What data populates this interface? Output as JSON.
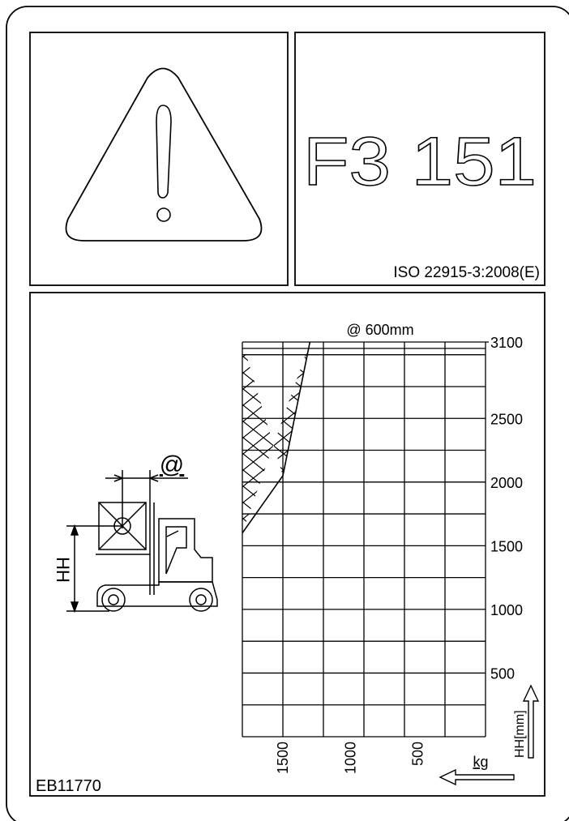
{
  "model": "F3 151",
  "standard": "ISO 22915-3:2008(E)",
  "part_number": "EB11770",
  "load_center": "@ 600mm",
  "at_symbol": "@",
  "hh_label": "HH",
  "icons": {
    "warning": "warning-triangle-icon",
    "forklift": "forklift-icon",
    "up_arrow": "arrow-up-icon",
    "left_arrow": "arrow-left-icon"
  },
  "chart_data": {
    "type": "area",
    "title": "@ 600mm",
    "xlabel": "kg",
    "ylabel": "HH[mm]",
    "x_reversed": true,
    "xlim": [
      0,
      1800
    ],
    "ylim": [
      0,
      3100
    ],
    "x_ticks": [
      1500,
      1000,
      500
    ],
    "y_ticks": [
      3100,
      2500,
      2000,
      1500,
      1000,
      500
    ],
    "grid": true,
    "series": [
      {
        "x": [
          1800,
          1800,
          1500,
          1300
        ],
        "y": [
          1600,
          3100,
          2050,
          3100
        ]
      }
    ]
  }
}
